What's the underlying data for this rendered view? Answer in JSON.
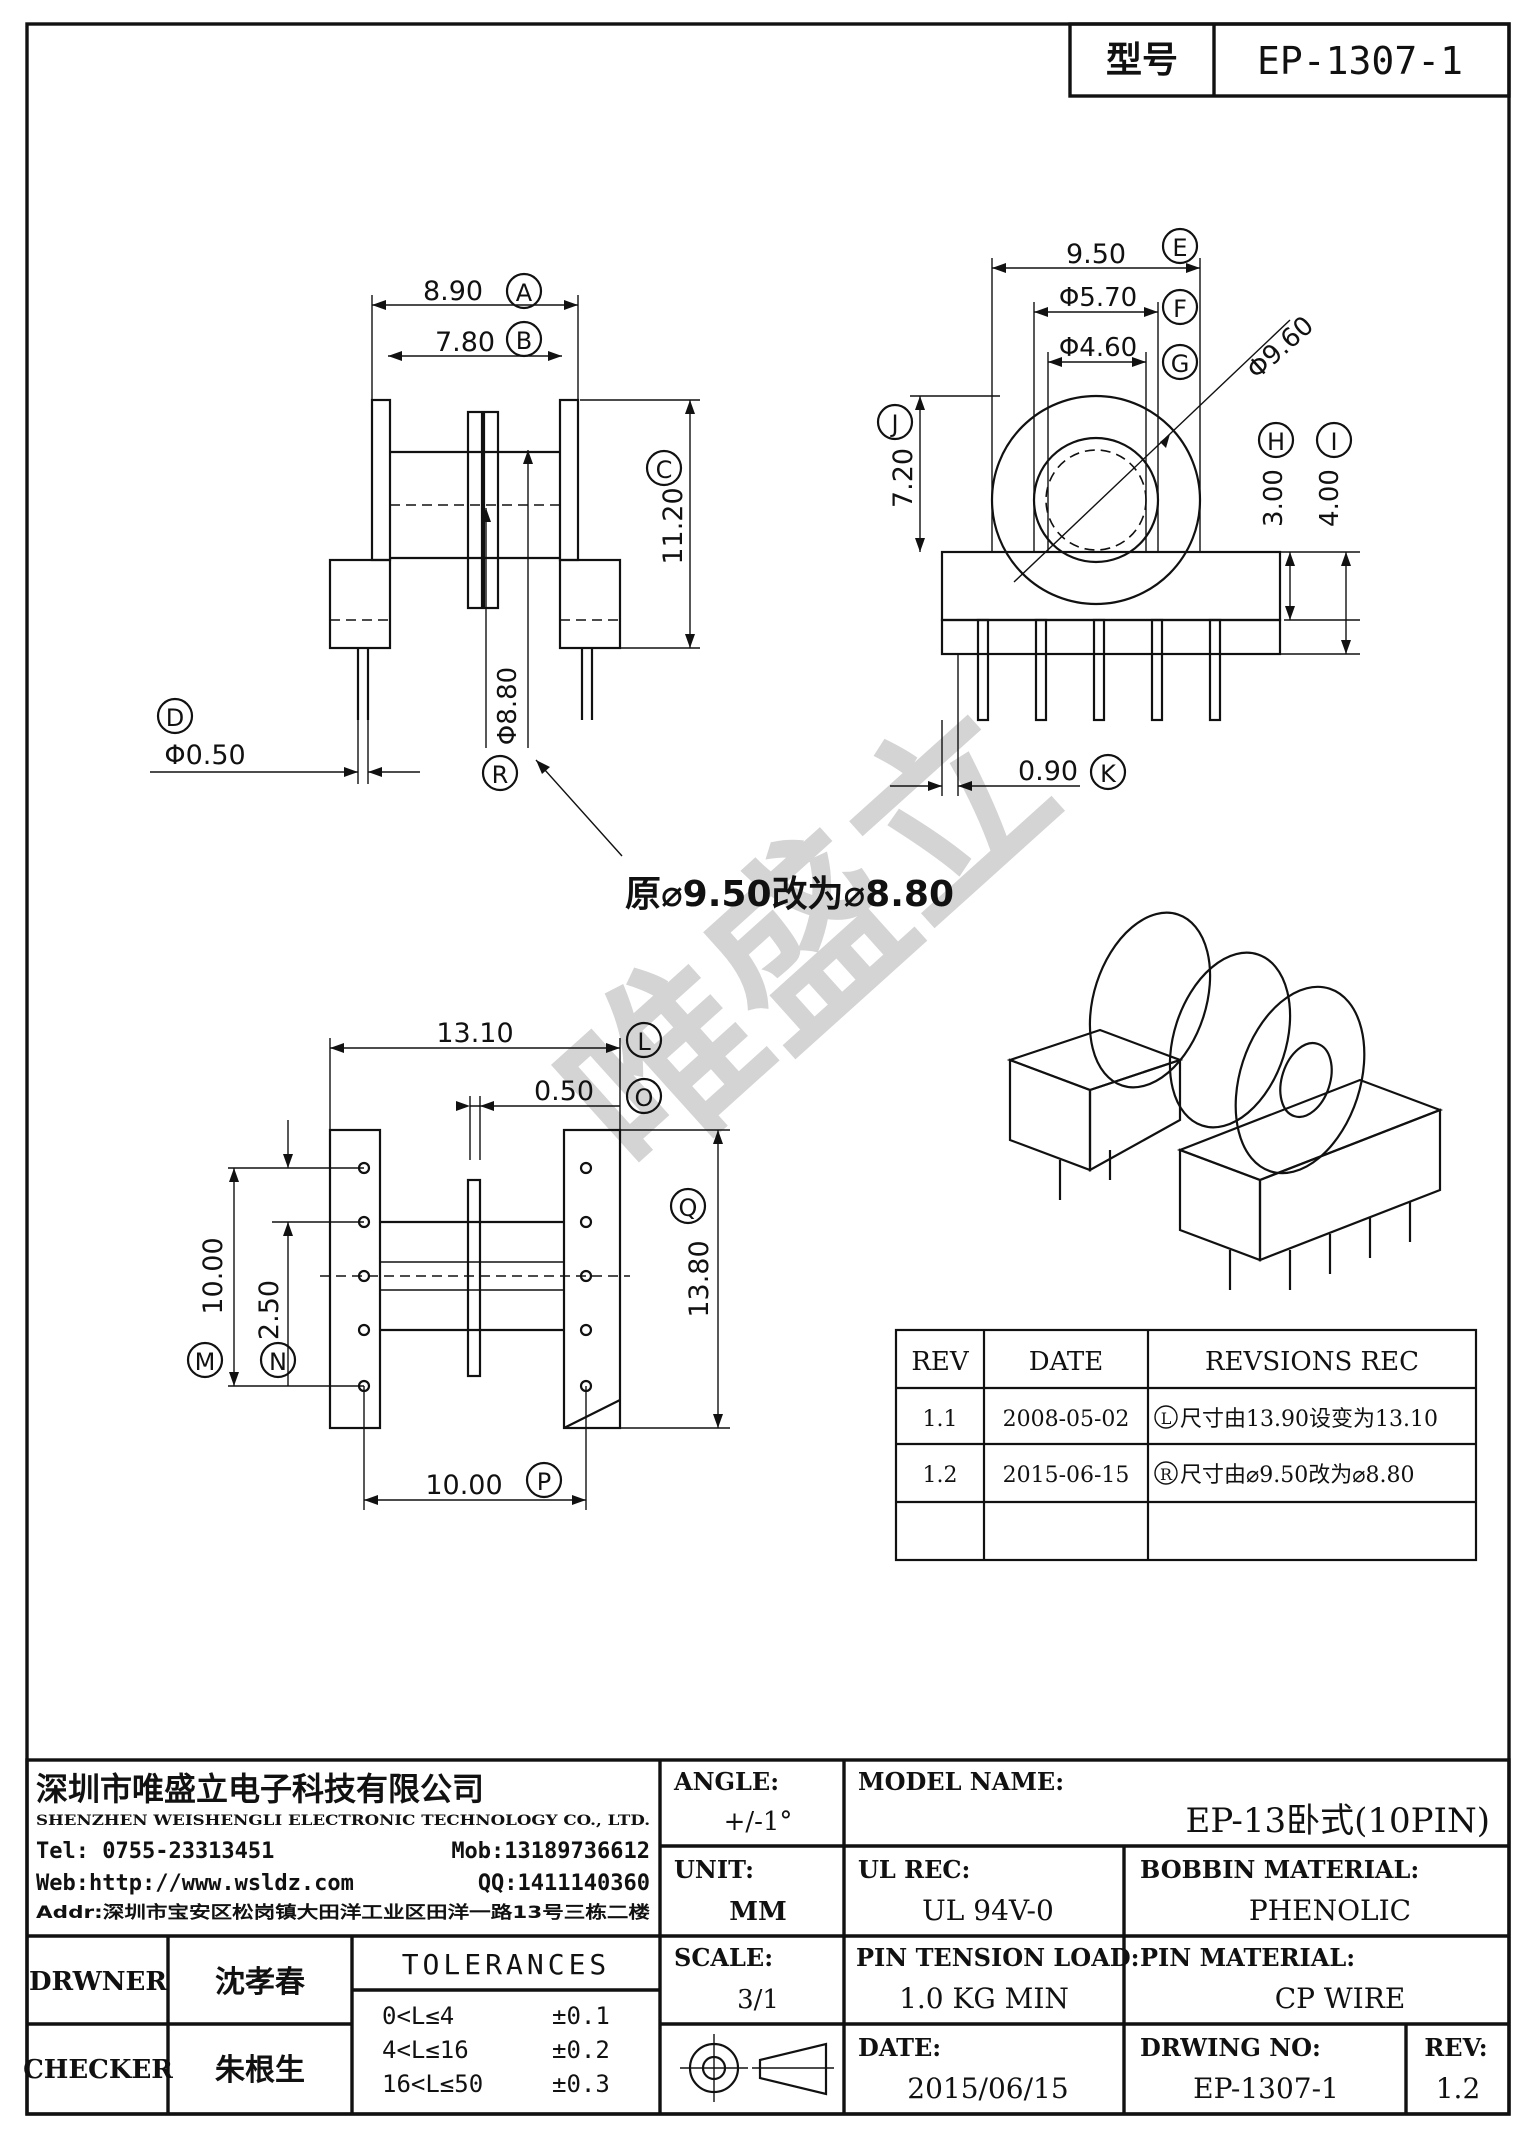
{
  "model_box": {
    "label": "型号",
    "value": "EP-1307-1"
  },
  "watermark": "唯盛立",
  "top_view": {
    "dims": [
      {
        "value": "8.90",
        "tag": "A"
      },
      {
        "value": "7.80",
        "tag": "B"
      },
      {
        "value": "11.20",
        "tag": "C"
      },
      {
        "value": "Φ0.50",
        "tag": "D"
      },
      {
        "value": "Φ8.80",
        "tag": "R"
      }
    ]
  },
  "side_view": {
    "dims": [
      {
        "value": "9.50",
        "tag": "E"
      },
      {
        "value": "Φ5.70",
        "tag": "F"
      },
      {
        "value": "Φ4.60",
        "tag": "G"
      },
      {
        "value": "Φ9.60",
        "tag": ""
      },
      {
        "value": "7.20",
        "tag": "J"
      },
      {
        "value": "3.00",
        "tag": "H"
      },
      {
        "value": "4.00",
        "tag": "I"
      },
      {
        "value": "0.90",
        "tag": "K"
      }
    ]
  },
  "change_note": "原⌀9.50改为⌀8.80",
  "bottom_view": {
    "dims": [
      {
        "value": "13.10",
        "tag": "L"
      },
      {
        "value": "0.50",
        "tag": "O"
      },
      {
        "value": "13.80",
        "tag": "Q"
      },
      {
        "value": "10.00",
        "tag": "M"
      },
      {
        "value": "2.50",
        "tag": "N"
      },
      {
        "value": "10.00",
        "tag": "P"
      }
    ]
  },
  "revisions": {
    "headers": [
      "REV",
      "DATE",
      "REVSIONS REC"
    ],
    "rows": [
      {
        "rev": "1.1",
        "date": "2008-05-02",
        "tag": "L",
        "rec": "尺寸由13.90设变为13.10"
      },
      {
        "rev": "1.2",
        "date": "2015-06-15",
        "tag": "R",
        "rec": "尺寸由⌀9.50改为⌀8.80"
      },
      {
        "rev": "",
        "date": "",
        "tag": "",
        "rec": ""
      }
    ]
  },
  "title_block": {
    "company_cn": "深圳市唯盛立电子科技有限公司",
    "company_en": "SHENZHEN WEISHENGLI ELECTRONIC TECHNOLOGY CO., LTD.",
    "tel": "Tel: 0755-23313451",
    "mob": "Mob:13189736612",
    "web": "Web:http://www.wsldz.com",
    "qq": "QQ:1411140360",
    "addr": "Addr:深圳市宝安区松岗镇大田洋工业区田洋一路13号三栋二楼",
    "angle_label": "ANGLE:",
    "angle_value": "+/-1°",
    "unit_label": "UNIT:",
    "unit_value": "MM",
    "scale_label": "SCALE:",
    "scale_value": "3/1",
    "model_label": "MODEL NAME:",
    "model_value": "EP-13卧式(10PIN)",
    "ul_label": "UL REC:",
    "ul_value": "UL 94V-0",
    "bobbin_label": "BOBBIN MATERIAL:",
    "bobbin_value": "PHENOLIC",
    "pin_tension_label": "PIN TENSION LOAD:",
    "pin_tension_value": "1.0 KG MIN",
    "pin_material_label": "PIN MATERIAL:",
    "pin_material_value": "CP WIRE",
    "date_label": "DATE:",
    "date_value": "2015/06/15",
    "drawing_no_label": "DRWING NO:",
    "drawing_no_value": "EP-1307-1",
    "rev_label": "REV:",
    "rev_value": "1.2",
    "drawer_label": "DRWNER",
    "drawer_name": "沈孝春",
    "checker_label": "CHECKER",
    "checker_name": "朱根生",
    "tolerances_label": "TOLERANCES",
    "tolerances": [
      {
        "range": "0<L≤4",
        "tol": "±0.1"
      },
      {
        "range": "4<L≤16",
        "tol": "±0.2"
      },
      {
        "range": "16<L≤50",
        "tol": "±0.3"
      }
    ]
  }
}
